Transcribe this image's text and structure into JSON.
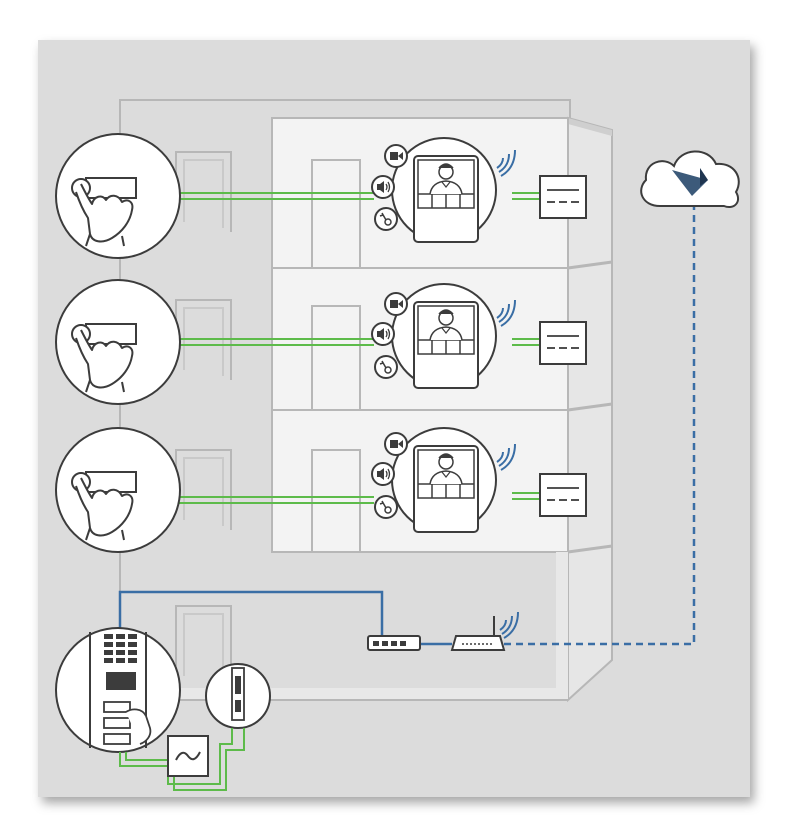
{
  "diagram": {
    "colors": {
      "background": "#dcdcdc",
      "building": "#f1f1f1",
      "outline": "#b7b7b7",
      "icon_stroke": "#3c3c3c",
      "wire_green": "#5dbb4a",
      "network_blue": "#3a6ea5",
      "wifi_blue": "#3a6ea5",
      "cloud_logo": "#3c5a7a"
    },
    "floors": [
      {
        "id": "floor-1",
        "call_button": "call-button-icon",
        "monitor": "video-monitor-icon",
        "controls": [
          "camera-icon",
          "speaker-icon",
          "key-icon"
        ],
        "wireless": "wifi-icon",
        "receiver": "receiver-unit-icon"
      },
      {
        "id": "floor-2",
        "call_button": "call-button-icon",
        "monitor": "video-monitor-icon",
        "controls": [
          "camera-icon",
          "speaker-icon",
          "key-icon"
        ],
        "wireless": "wifi-icon",
        "receiver": "receiver-unit-icon"
      },
      {
        "id": "floor-3",
        "call_button": "call-button-icon",
        "monitor": "video-monitor-icon",
        "controls": [
          "camera-icon",
          "speaker-icon",
          "key-icon"
        ],
        "wireless": "wifi-icon",
        "receiver": "receiver-unit-icon"
      }
    ],
    "ground": {
      "door_station": "door-station-icon",
      "door_lock": "door-opener-icon",
      "power_supply": "power-supply-icon",
      "network_switch": "network-switch-icon",
      "router": "wifi-router-icon",
      "cloud": "cloud-service-icon"
    }
  }
}
